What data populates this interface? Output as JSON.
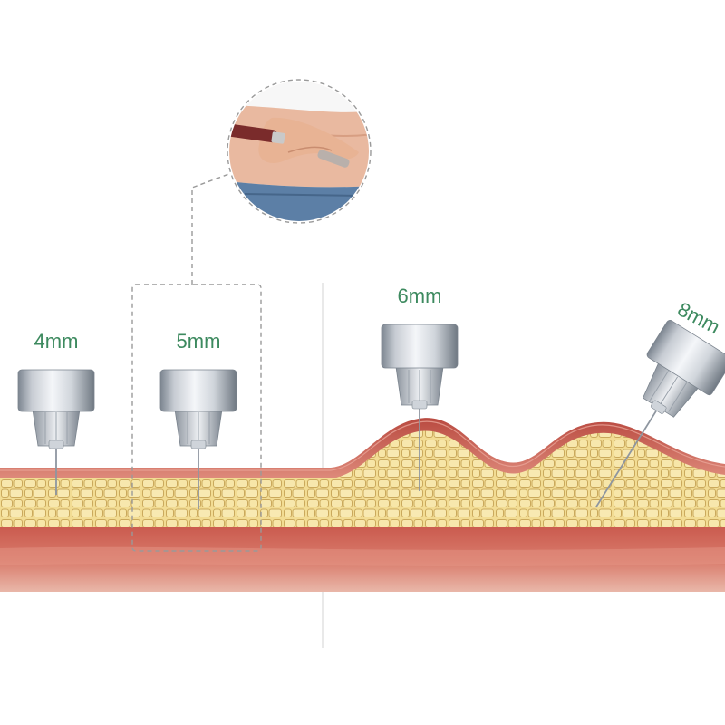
{
  "labels": {
    "needle_4": "4mm",
    "needle_5": "5mm",
    "needle_6": "6mm",
    "needle_8": "8mm"
  },
  "colors": {
    "label_green": "#3d8a5f",
    "fat_fill": "#f2dc93",
    "fat_cell_stroke": "#c9a95a",
    "skin_top": "#c95a4f",
    "muscle_top": "#c9584c",
    "muscle_bottom": "#e6b1a4",
    "cap_light": "#eef1f5",
    "cap_dark": "#7c8590",
    "dashed_guide": "#9a9a9a"
  },
  "icons": {
    "inset": "hand-pinching-belly-with-pen-photo"
  }
}
